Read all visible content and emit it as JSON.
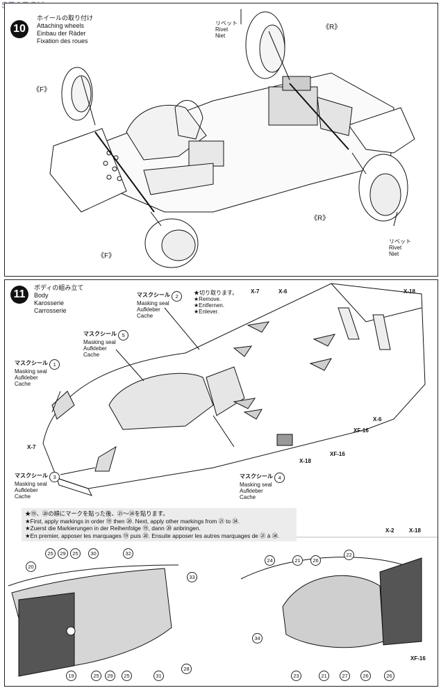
{
  "watermark": "SEARCH",
  "step10": {
    "title_ja": "ホイールの取り付け",
    "title_en": "Attaching wheels",
    "title_de": "Einbau der Räder",
    "title_fr": "Fixation des roues",
    "rivet_top": [
      "リベット",
      "Rivet",
      "Niet"
    ],
    "rivet_bottom": [
      "リベット",
      "Rivet",
      "Niet"
    ],
    "tag_F1": "《F》",
    "tag_R1": "《R》",
    "tag_R2": "《R》",
    "tag_F2": "《F》"
  },
  "step11": {
    "number": "11",
    "title_ja": "ボディの組み立て",
    "title_en": "Body",
    "title_de": "Karosserie",
    "title_fr": "Carrosserie",
    "mask_lines": [
      "マスクシール",
      "Masking seal",
      "Aufkleber",
      "Cache"
    ],
    "mask_nums": [
      "1",
      "2",
      "3",
      "4",
      "5"
    ],
    "remove_lines": [
      "★切り取ります。",
      "★Remove.",
      "★Entfernen.",
      "★Enlever."
    ],
    "codes": {
      "x7a": "X-7",
      "x6a": "X-6",
      "x18a": "X-18",
      "x7b": "X-7",
      "x6b": "X-6",
      "xf16a": "XF-16",
      "xf16b": "XF-16",
      "x18b": "X-18",
      "x2": "X-2",
      "x18c": "X-18",
      "xf16c": "XF-16"
    },
    "notes": [
      "★⑲、⑳の順にマークを貼った後、㉑〜㉞を貼ります。",
      "★First, apply markings in order ⑲ then ⑳. Next, apply other markings from ㉑ to ㉞.",
      "★Zuerst die Markierungen in der Reihenfolge ⑲, dann ⑳ anbringen.",
      "★En premier, apposer les marquages ⑲ puis ⑳. Ensuite apposer les autres marquages de ㉑ à ㉞."
    ],
    "left_detail_nums": [
      "25",
      "29",
      "25",
      "30",
      "32",
      "20",
      "33",
      "19",
      "25",
      "29",
      "25",
      "31",
      "28"
    ],
    "right_detail_nums": [
      "24",
      "21",
      "26",
      "22",
      "34",
      "23",
      "21",
      "27",
      "26",
      "26"
    ]
  }
}
